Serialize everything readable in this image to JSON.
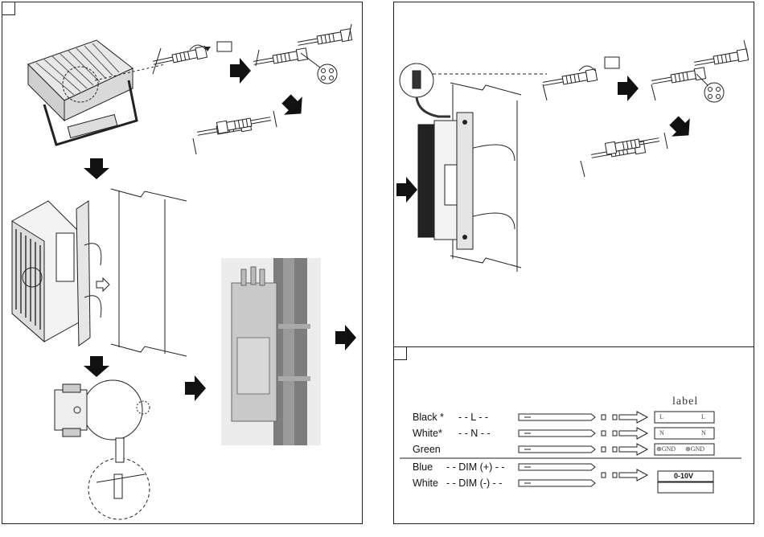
{
  "wiring": {
    "header": "label",
    "rows": [
      {
        "color": "Black *",
        "signal": "- - L - -",
        "tag_left": "L",
        "tag_right": "L"
      },
      {
        "color": "White*",
        "signal": "- - N - -",
        "tag_left": "N",
        "tag_right": "N"
      },
      {
        "color": "Green",
        "signal": "",
        "tag_left": "⊕GND",
        "tag_right": "⊕GND"
      }
    ],
    "dim_rows": [
      {
        "color": "Blue",
        "signal": "- - DIM (+) - -"
      },
      {
        "color": "White",
        "signal": "- - DIM (-) - -"
      }
    ],
    "dim_tag": "0-10V"
  }
}
